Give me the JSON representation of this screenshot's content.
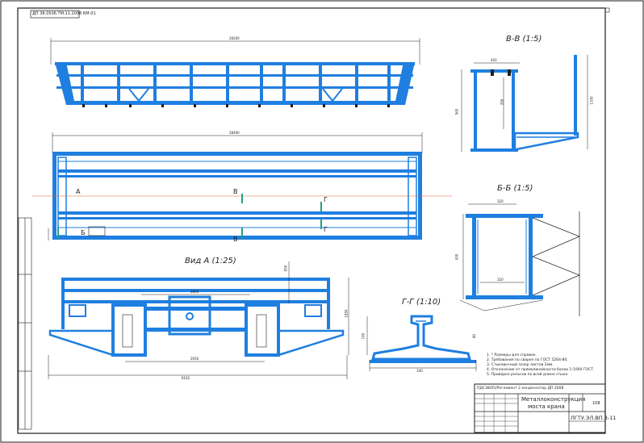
{
  "sheet": {
    "top_stamp": "ДП 38.0506.ТМ.11.2008 КМ-01",
    "title_block": {
      "project_code": "ПДС38/05/Регламент 2 конденсатор ДП 2008",
      "drawing_name_line1": "Металлоконструкция",
      "drawing_name_line2": "моста крана",
      "drawing_code": "ЛГТУ.ЭЛ.ВП.3-11",
      "sheet_no": "108"
    }
  },
  "views": {
    "top_view_label": "",
    "section_vv_title": "В-В (1:5)",
    "section_bb_title": "Б-Б (1:5)",
    "section_gg_title": "Г-Г (1:10)",
    "view_a_title": "Вид А (1:25)"
  },
  "markers": {
    "a": "А",
    "v1": "В",
    "v2": "В",
    "g1": "Г",
    "g2": "Г",
    "b": "Б"
  },
  "dimensions": {
    "top_span": "28200",
    "plan_span": "28400",
    "view_a_width": "6162",
    "view_a_track": "2650",
    "view_a_height": "1850",
    "view_a_inner": "2800",
    "view_a_rail": "650",
    "vv_width": "420",
    "vv_height_left": "560",
    "vv_height_right": "1100",
    "vv_inner": "350",
    "bb_top": "320",
    "bb_left": "430",
    "bb_inner": "320",
    "gg_width": "340",
    "gg_left": "140",
    "gg_right": "80"
  },
  "notes": [
    "1. * Размеры для справок.",
    "2. Требования по сварке по ГОСТ 5264-80.",
    "3. Стыковочный зазор листов 2мм.",
    "4. Отклонение от прямолинейности балки 1:1000 ГОСТ.",
    "5. Приварка рельсов по всей длине стыка."
  ],
  "colors": {
    "structure": "#1f7fe0",
    "line": "#1e1e1e",
    "axis": "#e06030",
    "marker": "#20a080"
  }
}
